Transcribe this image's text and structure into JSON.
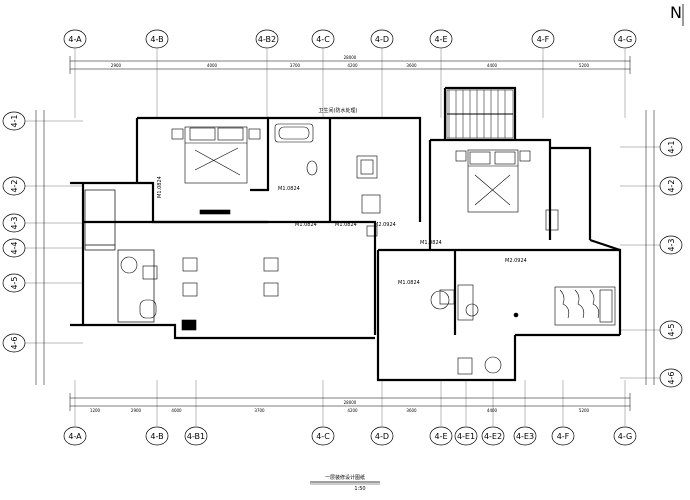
{
  "drawing": {
    "title": "一层装修设计图纸",
    "scale_text": "1:50",
    "north_mark": "N"
  },
  "axes": {
    "top": [
      "4-A",
      "4-B",
      "4-B2",
      "4-C",
      "4-D",
      "4-E",
      "4-F",
      "4-G"
    ],
    "bottom": [
      "4-A",
      "4-B",
      "4-B1",
      "4-C",
      "4-D",
      "4-E",
      "4-E1",
      "4-E2",
      "4-E3",
      "4-F",
      "4-G"
    ],
    "left": [
      "4-1",
      "4-2",
      "4-3",
      "4-4",
      "4-5",
      "4-6"
    ],
    "right": [
      "4-1",
      "4-2",
      "4-3",
      "4-5",
      "4-6"
    ]
  },
  "room_labels": [
    {
      "id": "bath-note",
      "text": "卫生间(防水处理)"
    },
    {
      "id": "door-m1",
      "text": "M1.0824"
    },
    {
      "id": "door-m2",
      "text": "M1.0824"
    },
    {
      "id": "door-m3",
      "text": "M1.0824"
    },
    {
      "id": "door-m4",
      "text": "M2.0924"
    },
    {
      "id": "door-m5",
      "text": "M1.0824"
    },
    {
      "id": "door-m6",
      "text": "M2.0924"
    },
    {
      "id": "door-m7",
      "text": "M1.0824"
    },
    {
      "id": "door-m8",
      "text": "M1.0824"
    }
  ],
  "dimensions": {
    "top_total": "28000",
    "top_segments": [
      "2900",
      "4000",
      "3700",
      "4200",
      "3600",
      "4400",
      "5200"
    ],
    "bottom_total": "28000",
    "bottom_segments": [
      "1200",
      "2900",
      "4000",
      "3700",
      "4200",
      "3600",
      "4400",
      "5200"
    ]
  }
}
